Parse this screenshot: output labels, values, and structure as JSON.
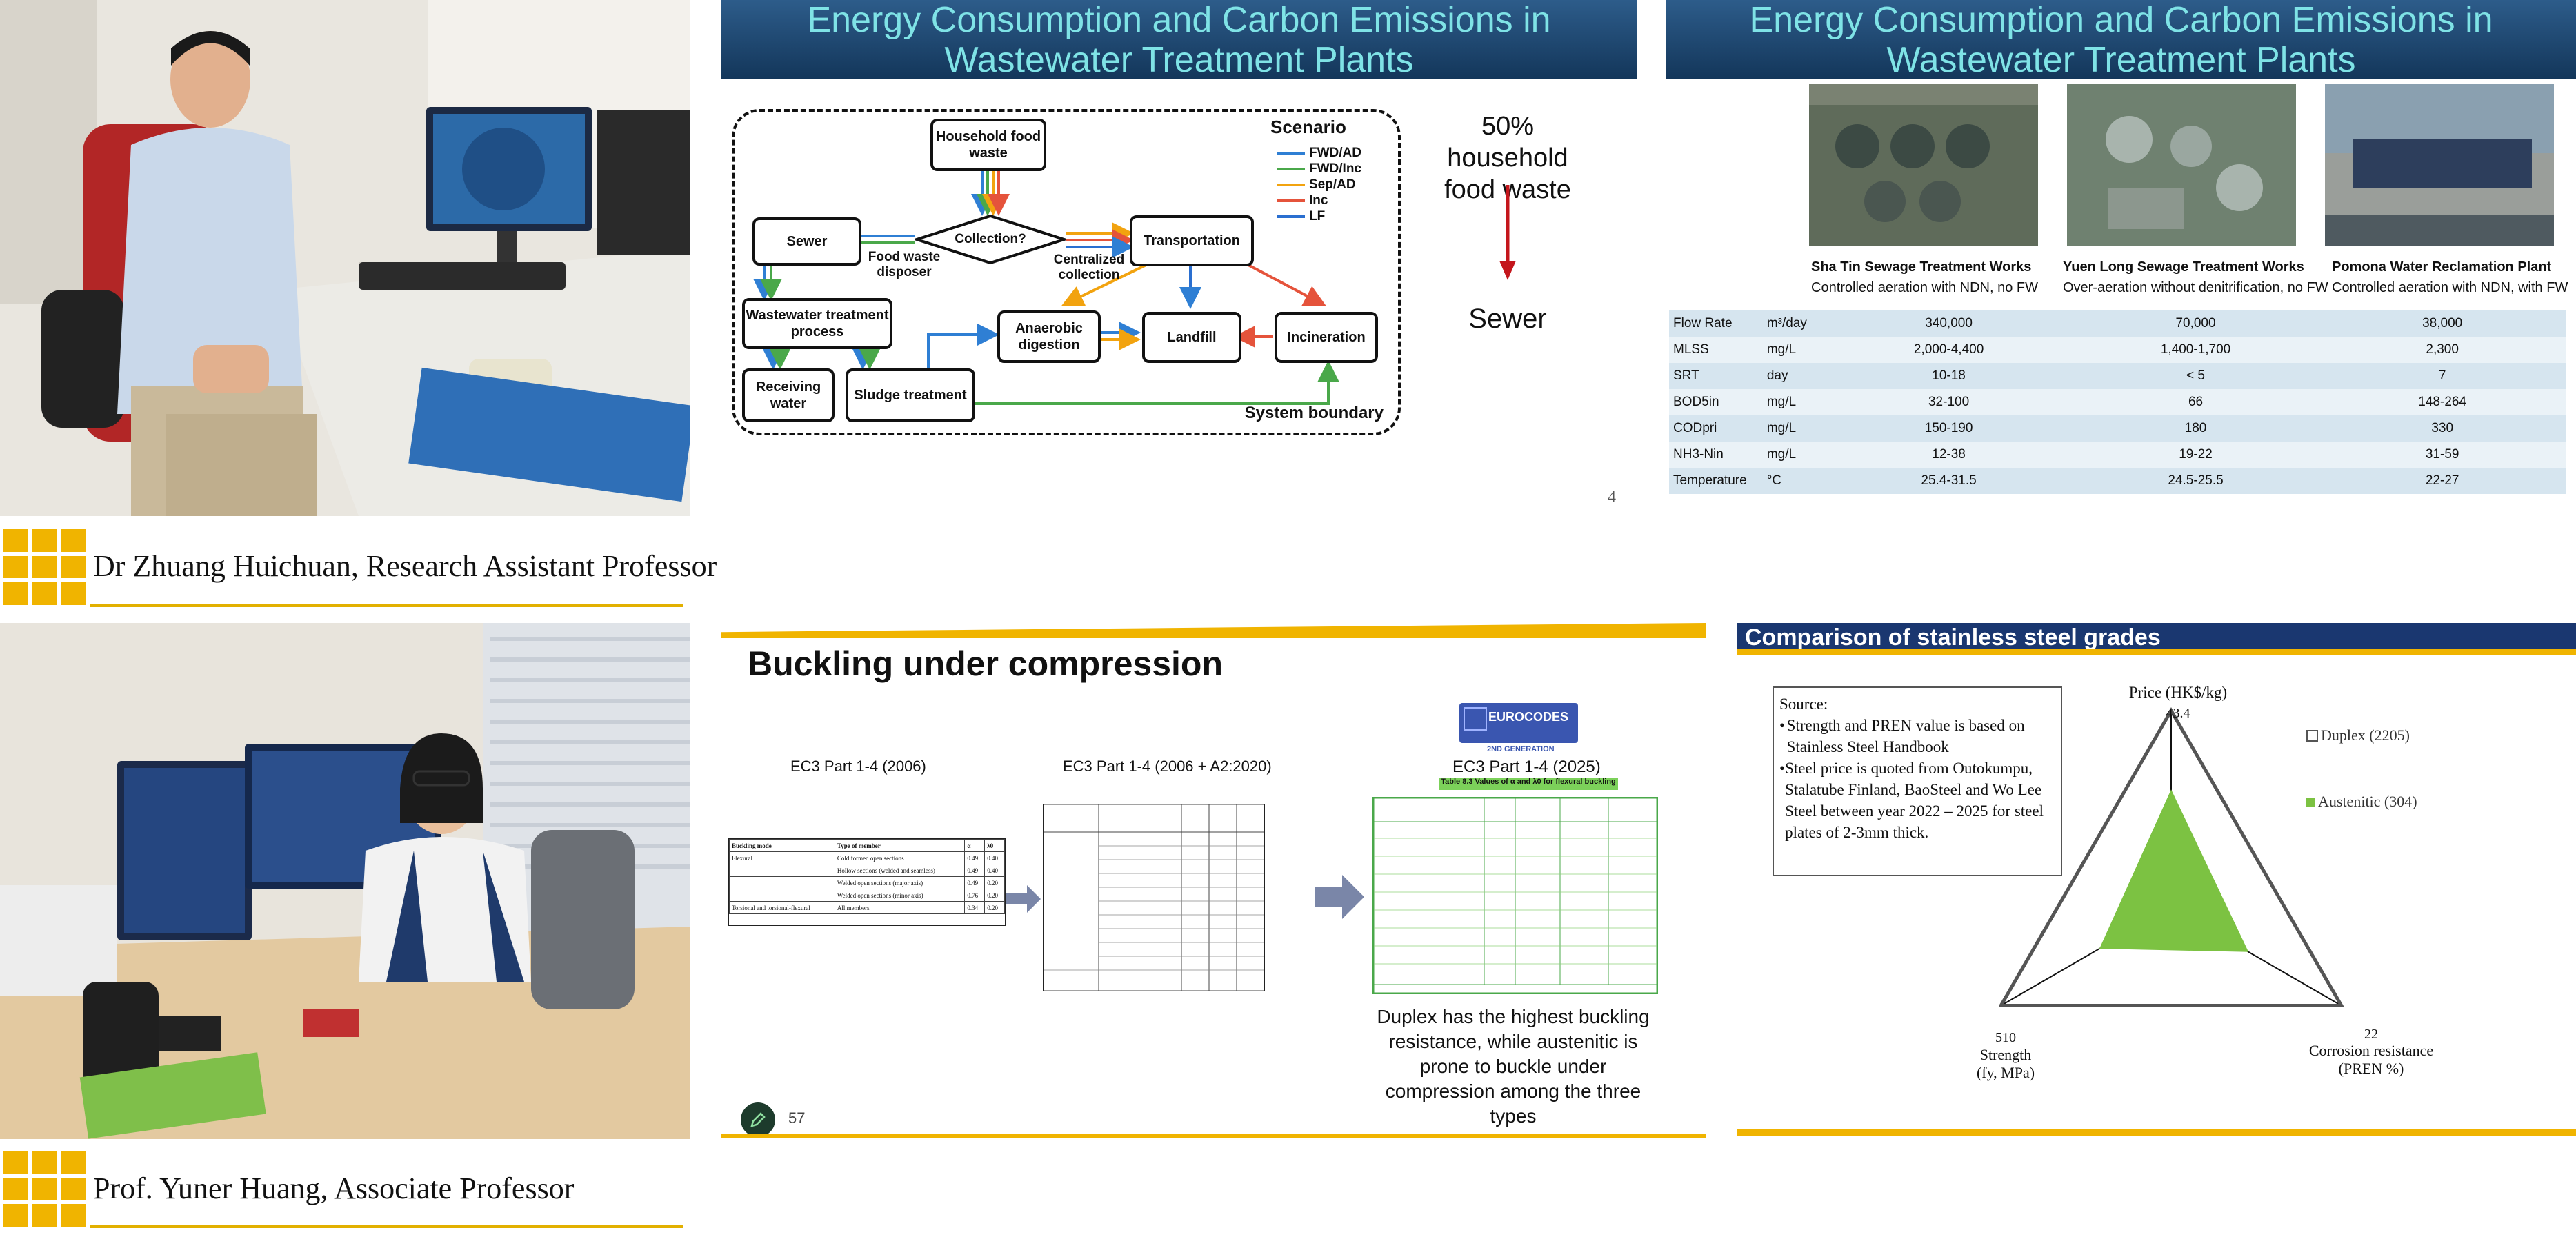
{
  "speakers": [
    {
      "name": "Dr Zhuang Huichuan, Research Assistant Professor"
    },
    {
      "name": "Prof. Yuner Huang, Associate Professor"
    }
  ],
  "slide_energy_1": {
    "title_line1": "Energy Consumption and Carbon Emissions in",
    "title_line2": "Wastewater Treatment Plants",
    "boxes": {
      "household": "Household food waste",
      "collection": "Collection?",
      "sewer": "Sewer",
      "transportation": "Transportation",
      "wwtp": "Wastewater treatment process",
      "anaerobic": "Anaerobic digestion",
      "landfill": "Landfill",
      "incineration": "Incineration",
      "receiving": "Receiving water",
      "sludge": "Sludge treatment"
    },
    "labels": {
      "food_waste_disposer": "Food waste disposer",
      "centralized_collection": "Centralized collection",
      "system_boundary": "System boundary"
    },
    "legend_title": "Scenario",
    "legend": [
      {
        "label": "FWD/AD",
        "color": "#2f7fd4"
      },
      {
        "label": "FWD/Inc",
        "color": "#4aa84a"
      },
      {
        "label": "Sep/AD",
        "color": "#f2a30f"
      },
      {
        "label": "Inc",
        "color": "#e5533b"
      },
      {
        "label": "LF",
        "color": "#2a6fd0"
      }
    ],
    "side_text_line1": "50% household",
    "side_text_line2": "food waste",
    "side_sewer": "Sewer",
    "page_number": "4"
  },
  "slide_energy_2": {
    "title_line1": "Energy Consumption and Carbon Emissions in",
    "title_line2": "Wastewater Treatment Plants",
    "plants": [
      {
        "name": "Sha Tin Sewage Treatment Works",
        "desc": "Controlled aeration with NDN, no FW"
      },
      {
        "name": "Yuen Long Sewage Treatment Works",
        "desc": "Over-aeration without denitrification, no FW"
      },
      {
        "name": "Pomona Water Reclamation Plant",
        "desc": "Controlled aeration with NDN, with FW"
      }
    ],
    "table": [
      {
        "param": "Flow Rate",
        "unit": "m³/day",
        "v1": "340,000",
        "v2": "70,000",
        "v3": "38,000"
      },
      {
        "param": "MLSS",
        "unit": "mg/L",
        "v1": "2,000-4,400",
        "v2": "1,400-1,700",
        "v3": "2,300"
      },
      {
        "param": "SRT",
        "unit": "day",
        "v1": "10-18",
        "v2": "< 5",
        "v3": "7"
      },
      {
        "param": "BOD5in",
        "unit": "mg/L",
        "v1": "32-100",
        "v2": "66",
        "v3": "148-264"
      },
      {
        "param": "CODpri",
        "unit": "mg/L",
        "v1": "150-190",
        "v2": "180",
        "v3": "330"
      },
      {
        "param": "NH3-Nin",
        "unit": "mg/L",
        "v1": "12-38",
        "v2": "19-22",
        "v3": "31-59"
      },
      {
        "param": "Temperature",
        "unit": "°C",
        "v1": "25.4-31.5",
        "v2": "24.5-25.5",
        "v3": "22-27"
      }
    ]
  },
  "slide_buckling": {
    "title": "Buckling under compression",
    "col1": "EC3 Part 1-4 (2006)",
    "col2": "EC3 Part 1-4 (2006 + A2:2020)",
    "col3": "EC3 Part 1-4 (2025)",
    "eurocodes_logo": "EUROCODES",
    "eurocodes_sub": "2ND GENERATION",
    "table3_caption": "Table 8.3 Values of α and λ0 for flexural buckling",
    "note": "Duplex has the highest buckling resistance, while austenitic is prone to buckle under compression among the three types",
    "page_number": "57",
    "mini_table1": [
      [
        "Buckling mode",
        "Type of member",
        "α",
        "λ0"
      ],
      [
        "Flexural",
        "Cold formed open sections",
        "0.49",
        "0.40"
      ],
      [
        "",
        "Hollow sections (welded and seamless)",
        "0.49",
        "0.40"
      ],
      [
        "",
        "Welded open sections (major axis)",
        "0.49",
        "0.20"
      ],
      [
        "",
        "Welded open sections (minor axis)",
        "0.76",
        "0.20"
      ],
      [
        "Torsional and torsional-flexural",
        "All members",
        "0.34",
        "0.20"
      ]
    ]
  },
  "slide_steel": {
    "title": "Comparison of stainless steel grades",
    "source_heading": "Source:",
    "source_bullets": [
      "Strength and PREN value is based on Stainless Steel Handbook",
      "Steel price is quoted from Outokumpu, Stalatube Finland, BaoSteel and Wo Lee Steel between year 2022 – 2025 for steel plates of 2-3mm thick."
    ],
    "axis_price": "Price (HK$/kg)",
    "axis_price_max": "43.4",
    "axis_corrosion_line1": "Corrosion resistance",
    "axis_corrosion_line2": "(PREN %)",
    "axis_corrosion_max": "22",
    "axis_strength_line1": "Strength",
    "axis_strength_line2": "(fy, MPa)",
    "axis_strength_max": "510",
    "legend": [
      {
        "label": "Duplex (2205)",
        "color": "#555555"
      },
      {
        "label": "Austenitic (304)",
        "color": "#7cc242"
      }
    ],
    "colors": {
      "title_bar": "#1a3770",
      "accent": "#f0b400",
      "fill": "#7cc242"
    }
  },
  "chart_data": {
    "type": "radar",
    "axes": [
      "Price (HK$/kg)",
      "Corrosion resistance (PREN %)",
      "Strength (fy, MPa)"
    ],
    "axis_max": [
      43.4,
      22,
      510
    ],
    "series": [
      {
        "name": "Duplex (2205)",
        "values": [
          43.4,
          22,
          510
        ]
      },
      {
        "name": "Austenitic (304)",
        "values": [
          26,
          10,
          215
        ]
      }
    ]
  }
}
